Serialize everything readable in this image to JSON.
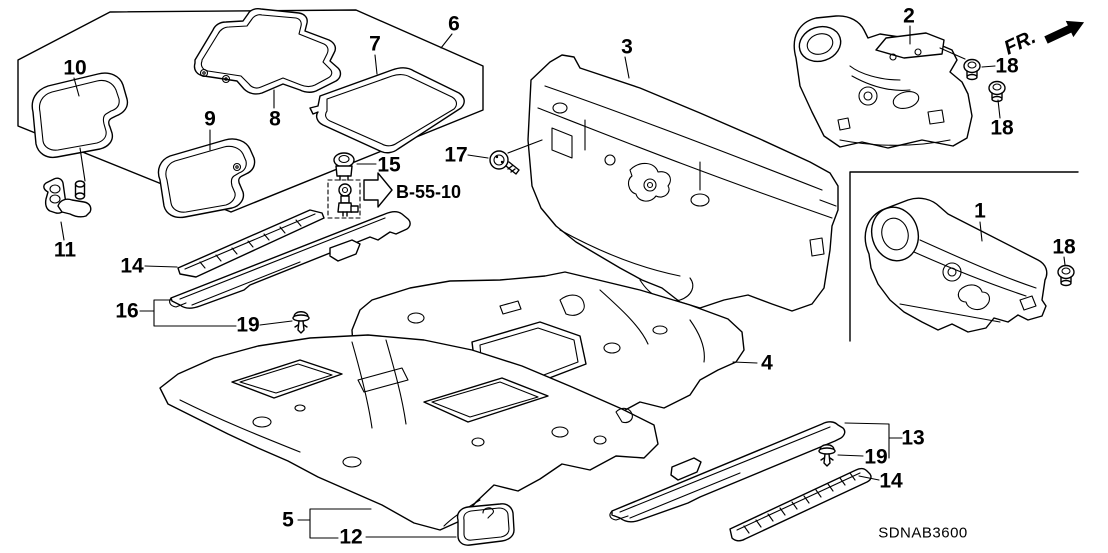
{
  "diagram": {
    "code": "SDNAB3600",
    "direction_label": "FR.",
    "reference_label": "B-55-10",
    "background_color": "#ffffff",
    "line_color": "#000000"
  },
  "icons": {
    "fr_arrow": "solid-arrow-up-right",
    "reference_arrow": "outline-arrow-right"
  },
  "callouts": {
    "n1": {
      "text": "1"
    },
    "n2": {
      "text": "2"
    },
    "n3": {
      "text": "3"
    },
    "n4": {
      "text": "4"
    },
    "n5": {
      "text": "5"
    },
    "n6": {
      "text": "6"
    },
    "n7": {
      "text": "7"
    },
    "n8": {
      "text": "8"
    },
    "n9": {
      "text": "9"
    },
    "n10": {
      "text": "10"
    },
    "n11": {
      "text": "11"
    },
    "n12": {
      "text": "12"
    },
    "n13": {
      "text": "13"
    },
    "n14a": {
      "text": "14"
    },
    "n14b": {
      "text": "14"
    },
    "n15": {
      "text": "15"
    },
    "n16": {
      "text": "16"
    },
    "n17": {
      "text": "17"
    },
    "n18a": {
      "text": "18"
    },
    "n18b": {
      "text": "18"
    },
    "n18c": {
      "text": "18"
    },
    "n19a": {
      "text": "19"
    },
    "n19b": {
      "text": "19"
    }
  }
}
